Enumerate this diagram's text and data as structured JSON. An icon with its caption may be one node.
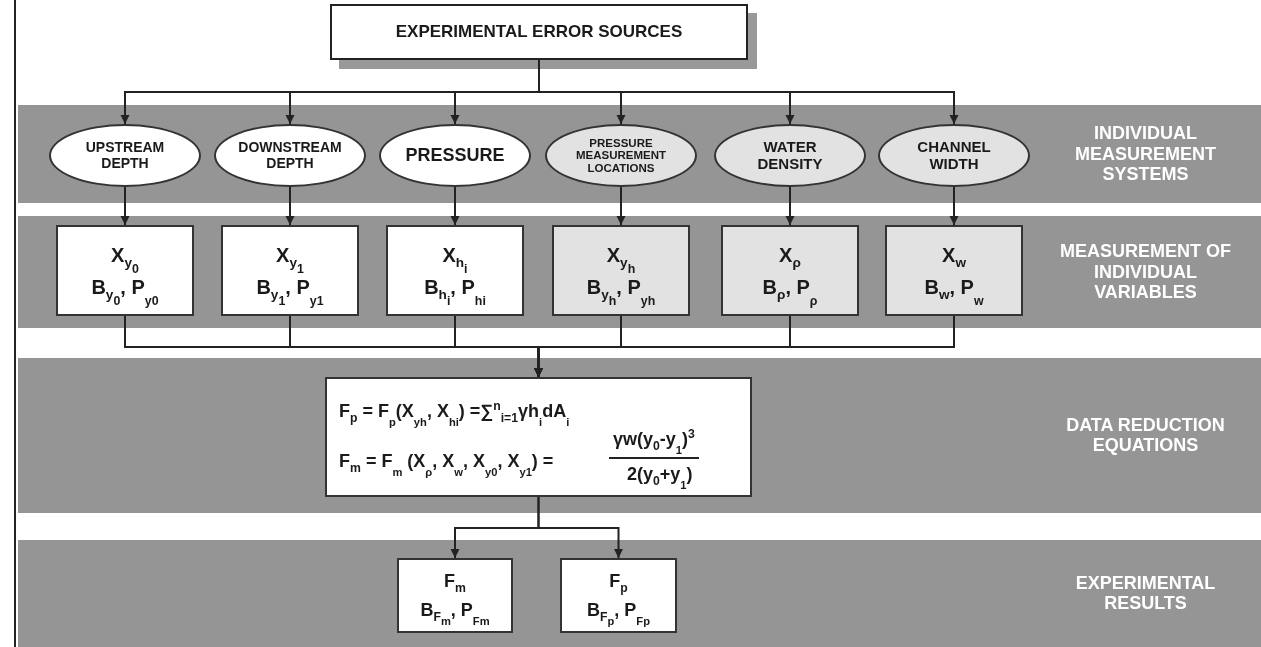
{
  "diagram": {
    "nodes": [
      {
        "text": [
          "EXPERIMENTAL ERROR SOURCES"
        ]
      },
      {
        "text": [
          "INDIVIDUAL MEASUREMENT SYSTEMS"
        ]
      },
      {
        "text": [
          "UPSTREAM DEPTH"
        ],
        "in": 1
      },
      {
        "text": [
          "DOWNSTREAM DEPTH"
        ],
        "in": 1
      },
      {
        "text": [
          "PRESSURE"
        ],
        "in": 1
      },
      {
        "text": [
          "PRESSURE MEASUREMENT LOCATIONS"
        ],
        "in": 1
      },
      {
        "text": [
          "WATER DENSITY"
        ],
        "in": 1
      },
      {
        "text": [
          "CHANNEL WIDTH"
        ],
        "in": 1
      },
      {
        "text": [
          "MEASUREMENT OF INDIVIDUAL VARIABLES"
        ]
      },
      {
        "text": [
          "X$_{y}$$_{0}$",
          "B$_{y}$$_{0}$, P$_{y}$$_{0}$"
        ],
        "in": 8
      },
      {
        "text": [
          "X$_{y}$$_{1}$",
          "B$_{y}$$_{1}$, P$_{y}$$_{1}$"
        ],
        "in": 8
      },
      {
        "text": [
          "X$_{h}$$_{i}$",
          "B$_{h}$$_{i}$, P$_{h}$$_{i}$"
        ],
        "in": 8
      },
      {
        "text": [
          "X$_{y}$$_{h}$",
          "B$_{y}$$_{h}$, P$_{y}$$_{h}$"
        ],
        "in": 8
      },
      {
        "text": [
          "X$_{ρ}$",
          "B$_{ρ}$, P$_{ρ}$"
        ],
        "in": 8
      },
      {
        "text": [
          "X$_{w}$",
          "B$_{w}$, P$_{w}$"
        ],
        "in": 8
      },
      {
        "text": [
          "DATA REDUCTION EQUATIONS"
        ]
      },
      {
        "text": [
          "F$_{p}$ = F$_{p}$(X$_{y}$$_{h}$, X$_{h}$$_{i}$) =∑$^{n}$$_{i=1}$γh$_{i}$dA$_{i}$",
          "F$_{m}$ = F$_{m}$ (X$_{ρ}$, X$_{w}$, X$_{y}$$_{0}$, X$_{y}$$_{1}$) =",
          "γw(y$_{0}$-y$_{1}$)$^{3}$",
          "2(y$_{0}$+y$_{1}$)"
        ],
        "in": 15
      },
      {
        "text": [
          "EXPERIMENTAL RESULTS"
        ]
      },
      {
        "text": [
          "F$_{m}$",
          "B$_{F}$$_{m}$, P$_{F}$$_{m}$"
        ],
        "in": 17
      },
      {
        "text": [
          "F$_{p}$",
          "B$_{F}$$_{p}$, P$_{F}$$_{p}$"
        ],
        "in": 17
      }
    ],
    "edges": [
      {
        "from": 0,
        "to": 2,
        "arrow": "to"
      },
      {
        "from": 0,
        "to": 3,
        "arrow": "to"
      },
      {
        "from": 0,
        "to": 4,
        "arrow": "to"
      },
      {
        "from": 0,
        "to": 5,
        "arrow": "to"
      },
      {
        "from": 0,
        "to": 6,
        "arrow": "to"
      },
      {
        "from": 0,
        "to": 7,
        "arrow": "to"
      },
      {
        "from": 2,
        "to": 9,
        "arrow": "to"
      },
      {
        "from": 3,
        "to": 10,
        "arrow": "to"
      },
      {
        "from": 4,
        "to": 11,
        "arrow": "to"
      },
      {
        "from": 5,
        "to": 12,
        "arrow": "to"
      },
      {
        "from": 6,
        "to": 13,
        "arrow": "to"
      },
      {
        "from": 7,
        "to": 14,
        "arrow": "to"
      },
      {
        "from": 9,
        "to": 16,
        "arrow": "to"
      },
      {
        "from": 10,
        "to": 16,
        "arrow": "to"
      },
      {
        "from": 11,
        "to": 16,
        "arrow": "to"
      },
      {
        "from": 12,
        "to": 16,
        "arrow": "to"
      },
      {
        "from": 13,
        "to": 16,
        "arrow": "to"
      },
      {
        "from": 14,
        "to": 16,
        "arrow": "to"
      },
      {
        "from": 16,
        "to": 18,
        "arrow": "to"
      },
      {
        "from": 16,
        "to": 19,
        "arrow": "to"
      }
    ]
  }
}
